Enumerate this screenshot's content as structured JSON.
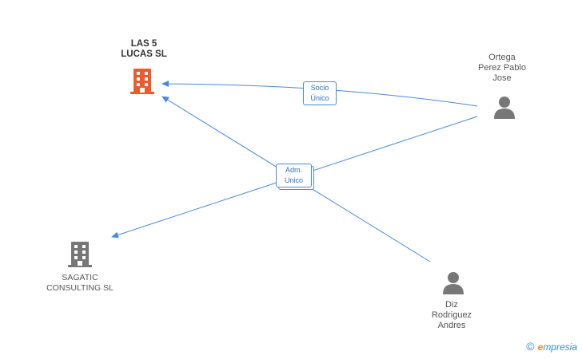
{
  "nodes": {
    "las5": {
      "label_line1": "LAS 5",
      "label_line2": "LUCAS SL",
      "color": "#f0592b"
    },
    "sagatic": {
      "label_line1": "SAGATIC",
      "label_line2": "CONSULTING  SL",
      "color": "#777777"
    },
    "ortega": {
      "label_line1": "Ortega",
      "label_line2": "Perez Pablo",
      "label_line3": "Jose",
      "color": "#777777"
    },
    "diz": {
      "label_line1": "Diz",
      "label_line2": "Rodriguez",
      "label_line3": "Andres",
      "color": "#777777"
    }
  },
  "edges": {
    "socio": {
      "line1": "Socio",
      "line2": "Único"
    },
    "adm": {
      "line1": "Adm.",
      "line2": "Unico"
    }
  },
  "edge_color": "#4a89dc",
  "brand": {
    "copyright": "©",
    "first": "e",
    "rest": "mpresia"
  }
}
